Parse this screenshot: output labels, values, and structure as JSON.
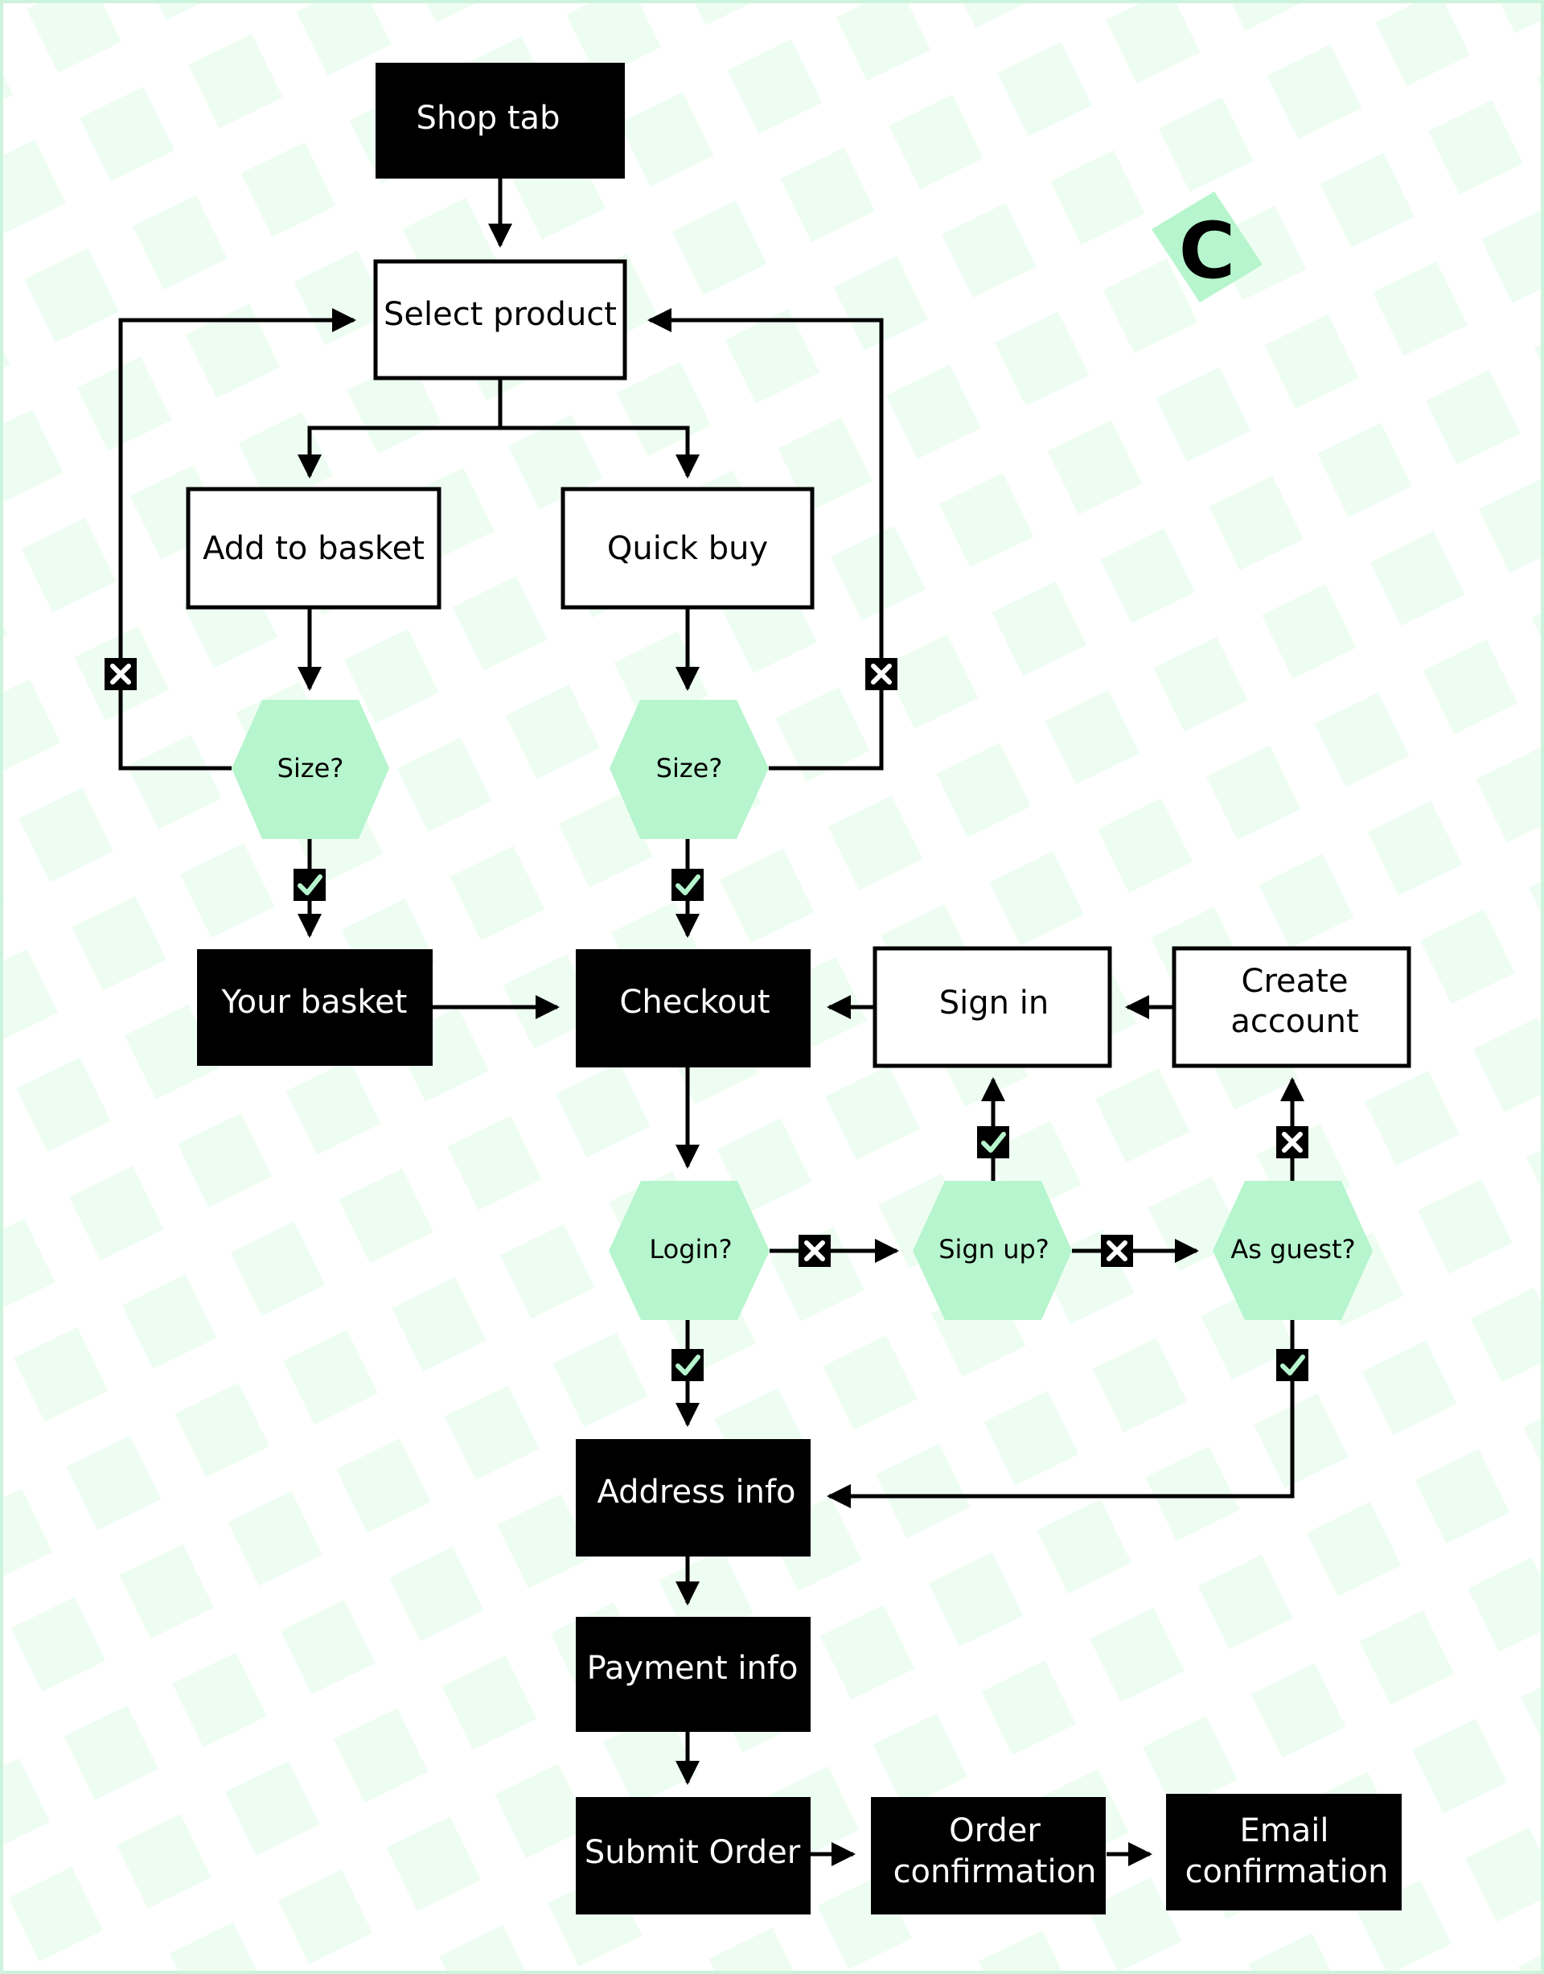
{
  "nodes": {
    "shop_tab": "Shop tab",
    "select_product": "Select product",
    "add_to_basket": "Add to basket",
    "quick_buy": "Quick buy",
    "size_left": "Size?",
    "size_right": "Size?",
    "your_basket": "Your basket",
    "checkout": "Checkout",
    "sign_in": "Sign in",
    "create_account": [
      "Create",
      "account"
    ],
    "login": "Login?",
    "sign_up": "Sign up?",
    "as_guest": "As guest?",
    "address_info": "Address info",
    "payment_info": "Payment info",
    "submit_order": "Submit Order",
    "order_confirmation": [
      "Order",
      "confirmation"
    ],
    "email_confirmation": [
      "Email",
      "confirmation"
    ]
  },
  "logo": {
    "letter": "C"
  },
  "colors": {
    "mint": "#b6f5cd",
    "pattern": "#eefdf2",
    "dark": "#000000",
    "frame": "#cdf3dc"
  }
}
